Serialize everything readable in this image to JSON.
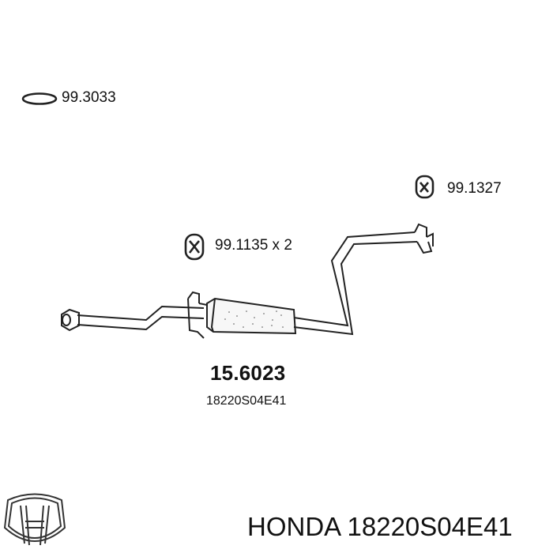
{
  "diagram": {
    "gasket_ring_code": "99.3033",
    "hanger_a_code": "99.1327",
    "hanger_b_code": "99.1135 x 2",
    "part_number": "15.6023",
    "oem_number": "18220S04E41"
  },
  "footer": {
    "brand_logo": "honda-logo-icon",
    "text": "HONDA 18220S04E41"
  }
}
